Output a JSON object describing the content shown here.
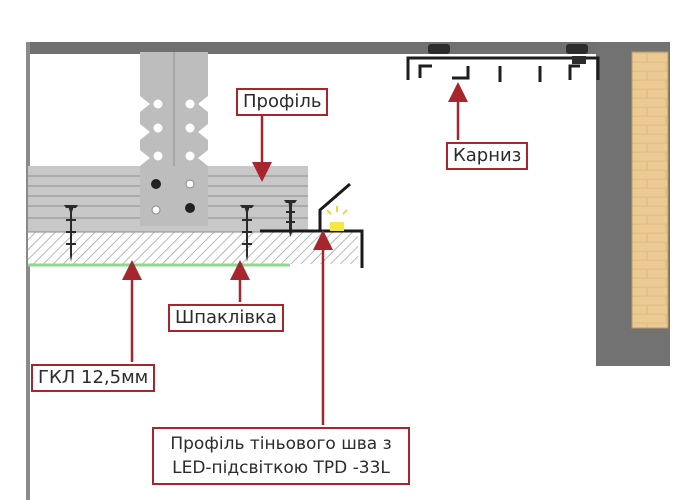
{
  "labels": {
    "profile": "Профіль",
    "cornice": "Карниз",
    "putty": "Шпаклівка",
    "drywall": "ГКЛ 12,5мм",
    "shadow_profile_line1": "Профіль тіньового шва з",
    "shadow_profile_line2": "LED-підсвіткою TPD -33L"
  },
  "colors": {
    "accent": "#a7262e",
    "wall": "#6f6f6f",
    "brick": "#e8c58e",
    "profile_metal": "#b9b9b9",
    "drywall_hatch": "#8a8a8a",
    "putty": "#8fd98f",
    "led": "#f5e642"
  }
}
